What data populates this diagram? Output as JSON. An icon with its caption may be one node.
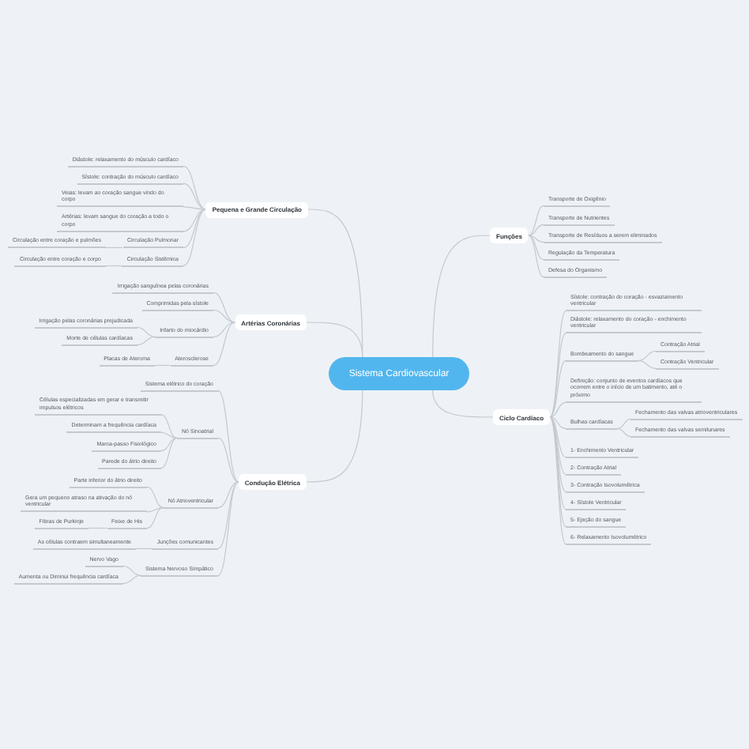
{
  "diagram": {
    "nodes": [
      {
        "text": [
          "Sistema Cardiovascular"
        ]
      },
      {
        "text": [
          "Funções"
        ]
      },
      {
        "text": [
          "Transporte de Oxigênio"
        ]
      },
      {
        "text": [
          "Transporte de Nutrientes"
        ]
      },
      {
        "text": [
          "Transporte de Resíduos a serem eliminados"
        ]
      },
      {
        "text": [
          "Regulação da Temperatura"
        ]
      },
      {
        "text": [
          "Defesa do Organismo"
        ]
      },
      {
        "text": [
          "Ciclo Cardíaco"
        ]
      },
      {
        "text": [
          "Sístole: contração do coração - esvaziamento ventricular"
        ]
      },
      {
        "text": [
          "Diástole: relaxamento do coração - enchimento ventricular"
        ]
      },
      {
        "text": [
          "Bombeamento do sangue"
        ]
      },
      {
        "text": [
          "Contração Atrial"
        ]
      },
      {
        "text": [
          "Contração Ventricular"
        ]
      },
      {
        "text": [
          "Definição: conjunto de eventos cardíacos que ocorrem entre o início de um batimento, até o próximo"
        ]
      },
      {
        "text": [
          "Bulhas cardíacas"
        ]
      },
      {
        "text": [
          "Fechamento das valvas atrioventriculares"
        ]
      },
      {
        "text": [
          "Fechamento das valvas semilunares"
        ]
      },
      {
        "text": [
          "1- Enchimento Ventricular"
        ]
      },
      {
        "text": [
          "2- Contração Atrial"
        ]
      },
      {
        "text": [
          "3- Contração Isovolumétrica"
        ]
      },
      {
        "text": [
          "4- Sístole Ventricular"
        ]
      },
      {
        "text": [
          "5- Ejeção do sangue"
        ]
      },
      {
        "text": [
          "6- Relaxamento Isovolumétrico"
        ]
      },
      {
        "text": [
          "Pequena e Grande Circulação"
        ]
      },
      {
        "text": [
          "Diástole: relaxamento do músculo cardíaco"
        ]
      },
      {
        "text": [
          "Sístole: contração do músculo cardíaco"
        ]
      },
      {
        "text": [
          "Veias: levam ao coração sangue vindo do corpo"
        ]
      },
      {
        "text": [
          "Artérias: levam sangue do coração a todo o corpo"
        ]
      },
      {
        "text": [
          "Circulação Pulmonar"
        ]
      },
      {
        "text": [
          "Circulação entre coração e pulmões"
        ]
      },
      {
        "text": [
          "Circulação Sistêmica"
        ]
      },
      {
        "text": [
          "Circulação entre coração e corpo"
        ]
      },
      {
        "text": [
          "Artérias Coronárias"
        ]
      },
      {
        "text": [
          "Irrigação sanguínea pelas coronárias"
        ]
      },
      {
        "text": [
          "Comprimidas pela sístole"
        ]
      },
      {
        "text": [
          "Infarto do miocárdio"
        ]
      },
      {
        "text": [
          "Irrigação pelas coronárias prejudicada"
        ]
      },
      {
        "text": [
          "Morte de células cardíacas"
        ]
      },
      {
        "text": [
          "Aterosclerose"
        ]
      },
      {
        "text": [
          "Placas de Ateroma"
        ]
      },
      {
        "text": [
          "Condução Elétrica"
        ]
      },
      {
        "text": [
          "Sistema elétrico do coração"
        ]
      },
      {
        "text": [
          "Nó Sinoatrial"
        ]
      },
      {
        "text": [
          "Células especializadas em gerar e transmitir impulsos elétricos"
        ]
      },
      {
        "text": [
          "Determinam a frequência cardíaca"
        ]
      },
      {
        "text": [
          "Marca-passo Fisiológico"
        ]
      },
      {
        "text": [
          "Parede do átrio direito"
        ]
      },
      {
        "text": [
          "Nó Atrioventricular"
        ]
      },
      {
        "text": [
          "Parte inferior do átrio direito"
        ]
      },
      {
        "text": [
          "Gera um pequeno atraso na ativação do nó ventricular"
        ]
      },
      {
        "text": [
          "Feixe de His"
        ]
      },
      {
        "text": [
          "Fibras de Purkinje"
        ]
      },
      {
        "text": [
          "Junções comunicantes"
        ]
      },
      {
        "text": [
          "As células contraem simultaneamente"
        ]
      },
      {
        "text": [
          "Sistema Nervoso Simpático"
        ]
      },
      {
        "text": [
          "Nervo Vago"
        ]
      },
      {
        "text": [
          "Aumenta ou Diminui frequência cardíaca"
        ]
      }
    ],
    "edges": [
      {
        "from": 0,
        "to": 1,
        "arrow": "none"
      },
      {
        "from": 0,
        "to": 7,
        "arrow": "none"
      },
      {
        "from": 0,
        "to": 23,
        "arrow": "none"
      },
      {
        "from": 0,
        "to": 32,
        "arrow": "none"
      },
      {
        "from": 0,
        "to": 40,
        "arrow": "none"
      },
      {
        "from": 1,
        "to": 2,
        "arrow": "none"
      },
      {
        "from": 1,
        "to": 3,
        "arrow": "none"
      },
      {
        "from": 1,
        "to": 4,
        "arrow": "none"
      },
      {
        "from": 1,
        "to": 5,
        "arrow": "none"
      },
      {
        "from": 1,
        "to": 6,
        "arrow": "none"
      },
      {
        "from": 7,
        "to": 8,
        "arrow": "none"
      },
      {
        "from": 7,
        "to": 9,
        "arrow": "none"
      },
      {
        "from": 7,
        "to": 10,
        "arrow": "none"
      },
      {
        "from": 10,
        "to": 11,
        "arrow": "none"
      },
      {
        "from": 10,
        "to": 12,
        "arrow": "none"
      },
      {
        "from": 7,
        "to": 13,
        "arrow": "none"
      },
      {
        "from": 7,
        "to": 14,
        "arrow": "none"
      },
      {
        "from": 14,
        "to": 15,
        "arrow": "none"
      },
      {
        "from": 14,
        "to": 16,
        "arrow": "none"
      },
      {
        "from": 7,
        "to": 17,
        "arrow": "none"
      },
      {
        "from": 7,
        "to": 18,
        "arrow": "none"
      },
      {
        "from": 7,
        "to": 19,
        "arrow": "none"
      },
      {
        "from": 7,
        "to": 20,
        "arrow": "none"
      },
      {
        "from": 7,
        "to": 21,
        "arrow": "none"
      },
      {
        "from": 7,
        "to": 22,
        "arrow": "none"
      },
      {
        "from": 23,
        "to": 24,
        "arrow": "none"
      },
      {
        "from": 23,
        "to": 25,
        "arrow": "none"
      },
      {
        "from": 23,
        "to": 26,
        "arrow": "none"
      },
      {
        "from": 23,
        "to": 27,
        "arrow": "none"
      },
      {
        "from": 23,
        "to": 28,
        "arrow": "none"
      },
      {
        "from": 28,
        "to": 29,
        "arrow": "none"
      },
      {
        "from": 23,
        "to": 30,
        "arrow": "none"
      },
      {
        "from": 30,
        "to": 31,
        "arrow": "none"
      },
      {
        "from": 32,
        "to": 33,
        "arrow": "none"
      },
      {
        "from": 32,
        "to": 34,
        "arrow": "none"
      },
      {
        "from": 32,
        "to": 35,
        "arrow": "none"
      },
      {
        "from": 35,
        "to": 36,
        "arrow": "none"
      },
      {
        "from": 35,
        "to": 37,
        "arrow": "none"
      },
      {
        "from": 32,
        "to": 38,
        "arrow": "none"
      },
      {
        "from": 38,
        "to": 39,
        "arrow": "none"
      },
      {
        "from": 40,
        "to": 41,
        "arrow": "none"
      },
      {
        "from": 40,
        "to": 42,
        "arrow": "none"
      },
      {
        "from": 42,
        "to": 43,
        "arrow": "none"
      },
      {
        "from": 42,
        "to": 44,
        "arrow": "none"
      },
      {
        "from": 42,
        "to": 45,
        "arrow": "none"
      },
      {
        "from": 42,
        "to": 46,
        "arrow": "none"
      },
      {
        "from": 40,
        "to": 47,
        "arrow": "none"
      },
      {
        "from": 47,
        "to": 48,
        "arrow": "none"
      },
      {
        "from": 47,
        "to": 49,
        "arrow": "none"
      },
      {
        "from": 47,
        "to": 50,
        "arrow": "none"
      },
      {
        "from": 50,
        "to": 51,
        "arrow": "none"
      },
      {
        "from": 40,
        "to": 52,
        "arrow": "none"
      },
      {
        "from": 52,
        "to": 53,
        "arrow": "none"
      },
      {
        "from": 40,
        "to": 54,
        "arrow": "none"
      },
      {
        "from": 54,
        "to": 55,
        "arrow": "none"
      },
      {
        "from": 54,
        "to": 56,
        "arrow": "none"
      }
    ]
  }
}
